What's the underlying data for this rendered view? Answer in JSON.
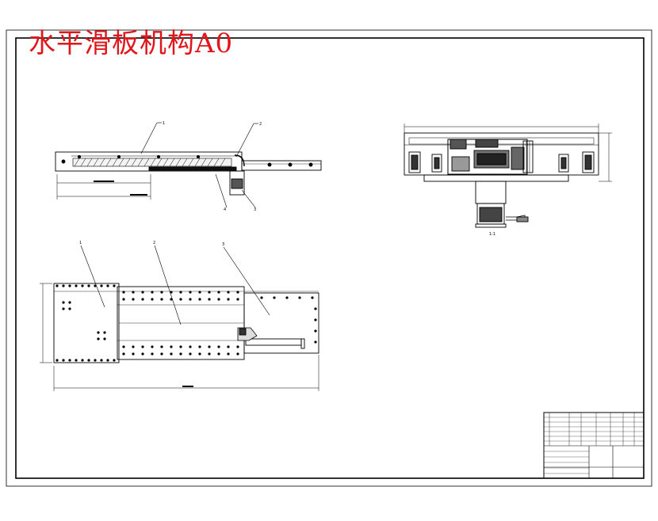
{
  "drawing": {
    "title": "水平滑板机构A0",
    "title_color": "#e0161b",
    "line_color": "#000000",
    "background": "#ffffff"
  },
  "views": {
    "front_view": {
      "callouts": [
        "1",
        "2",
        "3",
        "4"
      ]
    },
    "top_view": {
      "callouts": [
        "1",
        "2",
        "3"
      ]
    },
    "side_view": {
      "label": "1:1"
    }
  }
}
